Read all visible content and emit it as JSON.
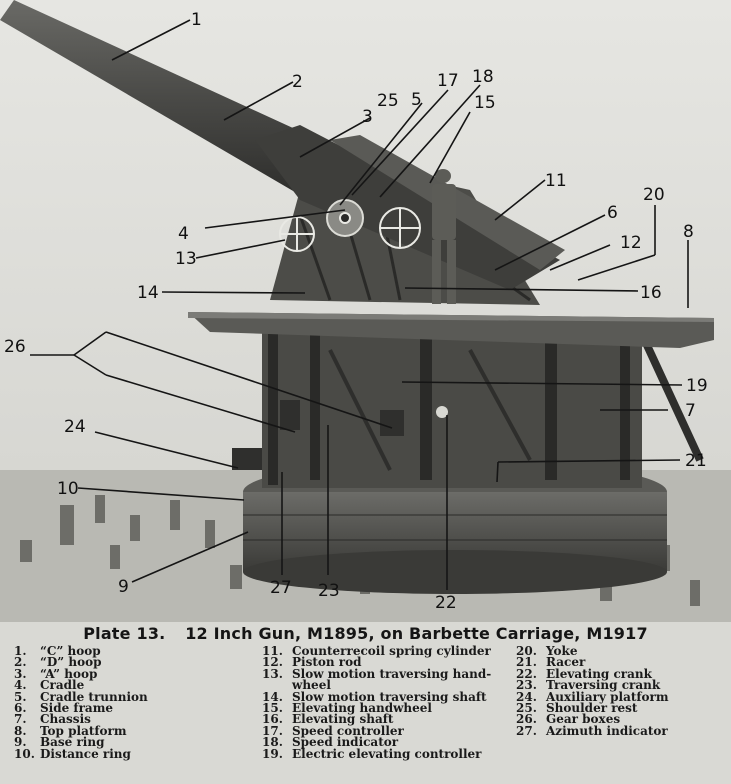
{
  "caption": {
    "plate": "Plate 13.",
    "title": "12 Inch Gun, M1895, on Barbette Carriage, M1917"
  },
  "callouts": [
    "1",
    "2",
    "3",
    "4",
    "5",
    "6",
    "7",
    "8",
    "9",
    "10",
    "11",
    "12",
    "13",
    "14",
    "15",
    "16",
    "17",
    "18",
    "19",
    "20",
    "21",
    "22",
    "23",
    "24",
    "25",
    "26",
    "27"
  ],
  "legend": {
    "col1": [
      {
        "num": "1.",
        "label": "“C” hoop"
      },
      {
        "num": "2.",
        "label": "“D” hoop"
      },
      {
        "num": "3.",
        "label": "“A” hoop"
      },
      {
        "num": "4.",
        "label": "Cradle"
      },
      {
        "num": "5.",
        "label": "Cradle trunnion"
      },
      {
        "num": "6.",
        "label": "Side frame"
      },
      {
        "num": "7.",
        "label": "Chassis"
      },
      {
        "num": "8.",
        "label": "Top platform"
      },
      {
        "num": "9.",
        "label": "Base ring"
      },
      {
        "num": "10.",
        "label": "Distance ring"
      }
    ],
    "col2": [
      {
        "num": "11.",
        "label": "Counterrecoil spring cylinder"
      },
      {
        "num": "12.",
        "label": "Piston rod"
      },
      {
        "num": "13.",
        "label": "Slow motion traversing hand-wheel"
      },
      {
        "num": "14.",
        "label": "Slow motion traversing shaft"
      },
      {
        "num": "15.",
        "label": "Elevating handwheel"
      },
      {
        "num": "16.",
        "label": "Elevating shaft"
      },
      {
        "num": "17.",
        "label": "Speed controller"
      },
      {
        "num": "18.",
        "label": "Speed indicator"
      },
      {
        "num": "19.",
        "label": "Electric elevating controller"
      }
    ],
    "col3": [
      {
        "num": "20.",
        "label": "Yoke"
      },
      {
        "num": "21.",
        "label": "Racer"
      },
      {
        "num": "22.",
        "label": "Elevating crank"
      },
      {
        "num": "23.",
        "label": "Traversing crank"
      },
      {
        "num": "24.",
        "label": "Auxiliary platform"
      },
      {
        "num": "25.",
        "label": "Shoulder rest"
      },
      {
        "num": "26.",
        "label": "Gear boxes"
      },
      {
        "num": "27.",
        "label": "Azimuth indicator"
      }
    ]
  }
}
